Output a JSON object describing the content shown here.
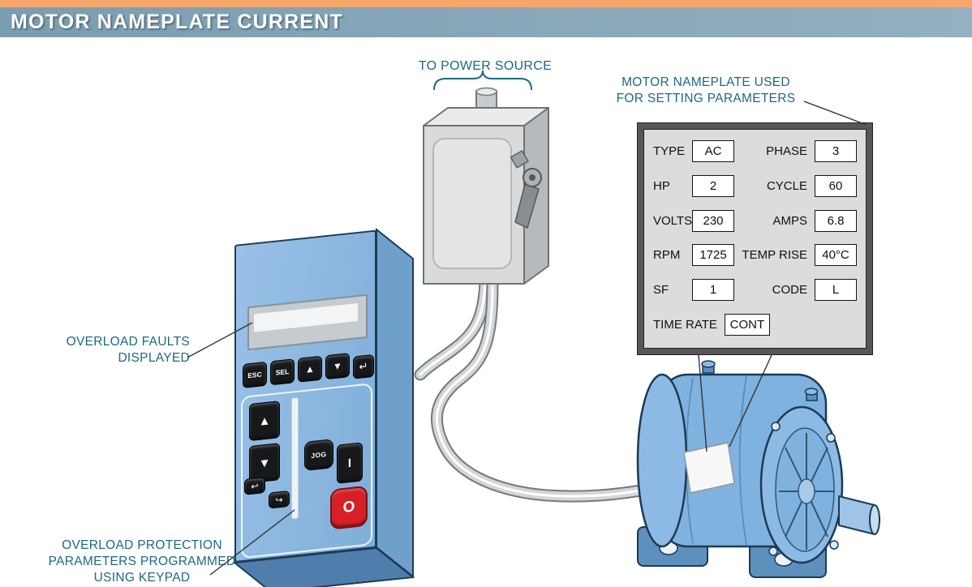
{
  "header": {
    "title": "MOTOR NAMEPLATE CURRENT"
  },
  "callouts": {
    "power_source": "TO POWER SOURCE",
    "nameplate_caption": [
      "MOTOR NAMEPLATE USED",
      "FOR SETTING PARAMETERS"
    ],
    "overload_faults": [
      "OVERLOAD FAULTS",
      "DISPLAYED"
    ],
    "overload_protection": [
      "OVERLOAD PROTECTION",
      "PARAMETERS PROGRAMMED",
      "USING KEYPAD"
    ]
  },
  "nameplate": {
    "rows": [
      {
        "left_label": "TYPE",
        "left_value": "AC",
        "right_label": "PHASE",
        "right_value": "3"
      },
      {
        "left_label": "HP",
        "left_value": "2",
        "right_label": "CYCLE",
        "right_value": "60"
      },
      {
        "left_label": "VOLTS",
        "left_value": "230",
        "right_label": "AMPS",
        "right_value": "6.8"
      },
      {
        "left_label": "RPM",
        "left_value": "1725",
        "right_label": "TEMP RISE",
        "right_value": "40°C"
      },
      {
        "left_label": "SF",
        "left_value": "1",
        "right_label": "CODE",
        "right_value": "L"
      }
    ],
    "time_rate_label": "TIME RATE",
    "time_rate_value": "CONT"
  },
  "keypad": {
    "esc": "ESC",
    "sel": "SEL",
    "up": "▲",
    "down": "▼",
    "enter": "↵",
    "big_up": "▲",
    "big_down": "▼",
    "back": "↩",
    "fwd": "↪",
    "jog": "JOG",
    "power": "I",
    "stop": "O"
  },
  "colors": {
    "accent_orange": "#F6A66B",
    "band_blue": "#7B9DB1",
    "callout_teal": "#1E6880",
    "device_blue": "#7FAED9",
    "stop_red": "#D81F26"
  }
}
